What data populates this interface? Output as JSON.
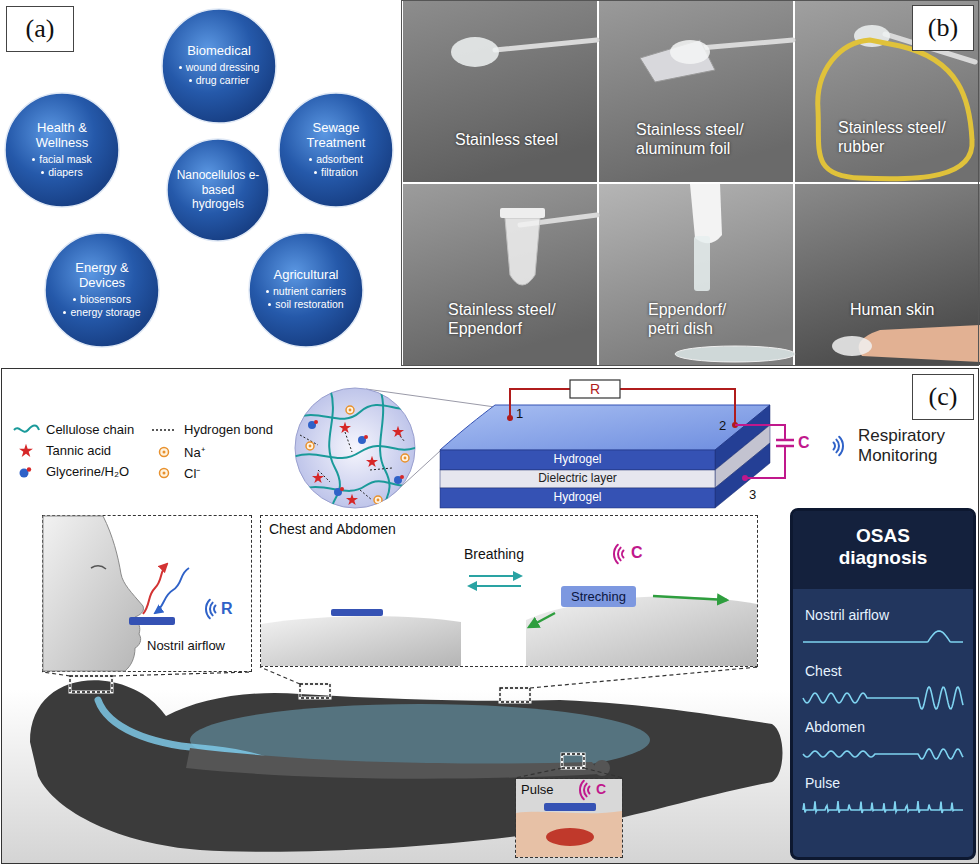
{
  "diagram": {
    "nodes": [
      {
        "text": [
          "(a)"
        ]
      },
      {
        "text": [
          "Biomedical",
          "wound dressing",
          "drug carrier"
        ]
      },
      {
        "text": [
          "Health & Wellness",
          "facial mask",
          "diapers"
        ]
      },
      {
        "text": [
          "Nanocellulos e-based hydrogels"
        ]
      },
      {
        "text": [
          "Sewage Treatment",
          "adsorbent",
          "filtration"
        ]
      },
      {
        "text": [
          "Energy & Devices",
          "biosensors",
          "energy storage"
        ]
      },
      {
        "text": [
          "Agricultural",
          "nutrient carriers",
          "soil restoration"
        ]
      },
      {
        "text": [
          "(b)"
        ]
      },
      {
        "text": [
          "(c)"
        ]
      },
      {
        "text": [
          "Hydrogel"
        ]
      },
      {
        "text": [
          "Dielectric layer"
        ]
      },
      {
        "text": [
          "Hydrogel"
        ]
      },
      {
        "text": [
          "Nostril airflow",
          "R"
        ]
      },
      {
        "text": [
          "Chest and Abdomen",
          "Breathing",
          "Streching",
          "C"
        ]
      },
      {
        "text": [
          "OSAS diagnosis",
          "Nostril airflow",
          "Chest",
          "Abdomen",
          "Pulse"
        ]
      },
      {
        "text": [
          "Pulse",
          "C"
        ]
      }
    ],
    "labels": [
      "Stainless steel",
      "Stainless steel/ aluminum foil",
      "Stainless steel/ rubber",
      "Stainless steel/ Eppendorf",
      "Eppendorf/ petri dish",
      "Human skin",
      "R",
      "1",
      "2",
      "3",
      "C",
      "Respiratory Monitoring"
    ],
    "legend": [
      {
        "text": "Cellulose chain"
      },
      {
        "text": "Hydrogen bond"
      },
      {
        "text": "Tannic acid"
      },
      {
        "text": "Na⁺"
      },
      {
        "text": "Glycerine/H₂O"
      },
      {
        "text": "Cl⁻"
      }
    ]
  }
}
